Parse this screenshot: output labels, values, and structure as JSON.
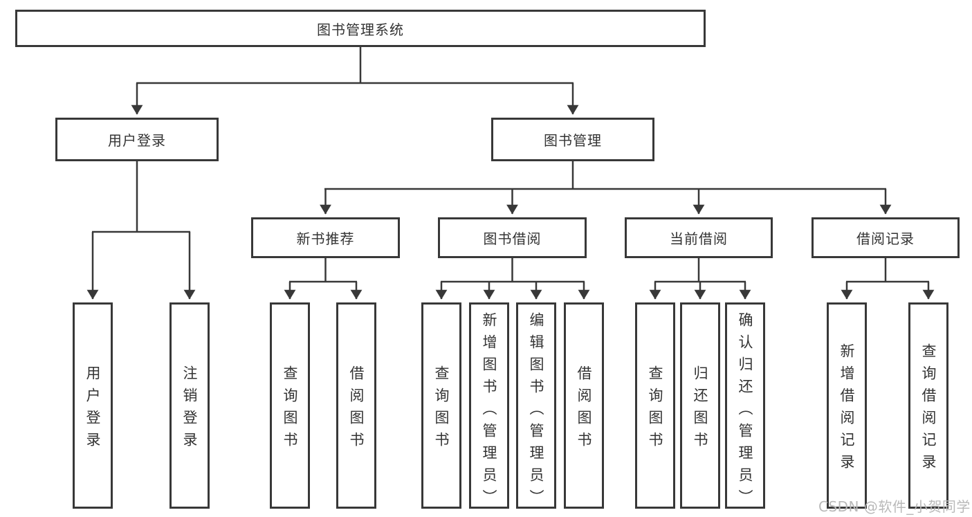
{
  "diagram_type": "tree",
  "colors": {
    "line": "#383838",
    "box_border": "#383838",
    "text": "#333333",
    "watermark": "#b9b9b9",
    "background": "#ffffff"
  },
  "tree": {
    "label": "图书管理系统",
    "children": [
      {
        "label": "用户登录",
        "children": [
          {
            "label": "用户登录"
          },
          {
            "label": "注销登录"
          }
        ]
      },
      {
        "label": "图书管理",
        "children": [
          {
            "label": "新书推荐",
            "children": [
              {
                "label": "查询图书"
              },
              {
                "label": "借阅图书"
              }
            ]
          },
          {
            "label": "图书借阅",
            "children": [
              {
                "label": "查询图书"
              },
              {
                "label": "新增图书（管理员）"
              },
              {
                "label": "编辑图书（管理员）"
              },
              {
                "label": "借阅图书"
              }
            ]
          },
          {
            "label": "当前借阅",
            "children": [
              {
                "label": "查询图书"
              },
              {
                "label": "归还图书"
              },
              {
                "label": "确认归还（管理员）"
              }
            ]
          },
          {
            "label": "借阅记录",
            "children": [
              {
                "label": "新增借阅记录"
              },
              {
                "label": "查询借阅记录"
              }
            ]
          }
        ]
      }
    ]
  },
  "watermark": "CSDN @软件_小贺同学"
}
